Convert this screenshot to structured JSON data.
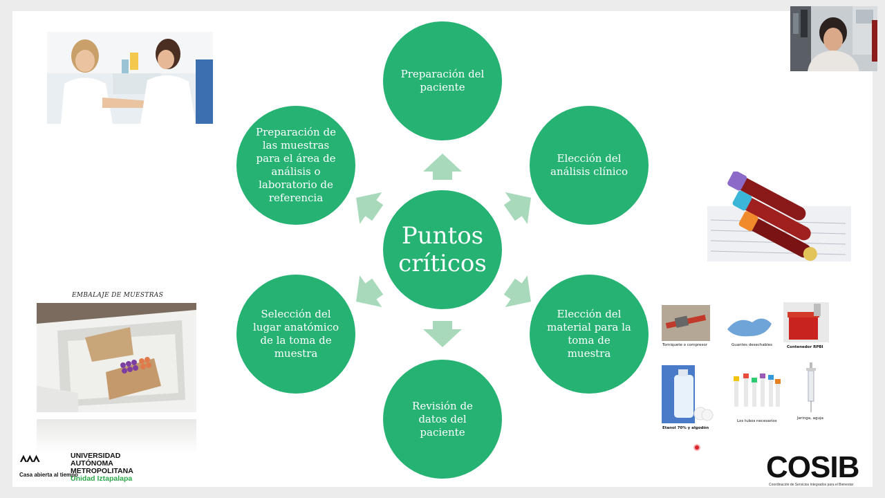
{
  "diagram": {
    "center": "Puntos críticos",
    "nodes": [
      {
        "id": "top",
        "label": "Preparación del paciente"
      },
      {
        "id": "top_right",
        "label": "Elección del análisis clínico"
      },
      {
        "id": "bottom_right",
        "label": "Elección del material para la toma de muestra"
      },
      {
        "id": "bottom",
        "label": "Revisión de datos del paciente"
      },
      {
        "id": "bottom_left",
        "label": "Selección del lugar anatómico de la toma de muestra"
      },
      {
        "id": "top_left",
        "label": "Preparación de las muestras para el área de análisis o laboratorio de referencia"
      }
    ],
    "node_color": "#26b273",
    "arrow_color": "#a8d9bb"
  },
  "packaging": {
    "caption": "EMBALAJE DE MUESTRAS"
  },
  "supplies": [
    {
      "label": "Torniquete o compresor"
    },
    {
      "label": "Guantes desechables"
    },
    {
      "label": "Contenedor RPBI"
    },
    {
      "label": "Etanol 70% y algodón"
    },
    {
      "label": "Los tubos necesarios"
    },
    {
      "label": "Jeringa, aguja"
    }
  ],
  "logos": {
    "uam_lines": [
      "UNIVERSIDAD",
      "AUTÓNOMA",
      "METROPOLITANA"
    ],
    "uam_unit": "Unidad Iztapalapa",
    "uam_tagline": "Casa abierta al tiempo",
    "cosib": "COSIB",
    "cosib_sub": "Coordinación de Servicios Integrados para el Bienestar"
  }
}
